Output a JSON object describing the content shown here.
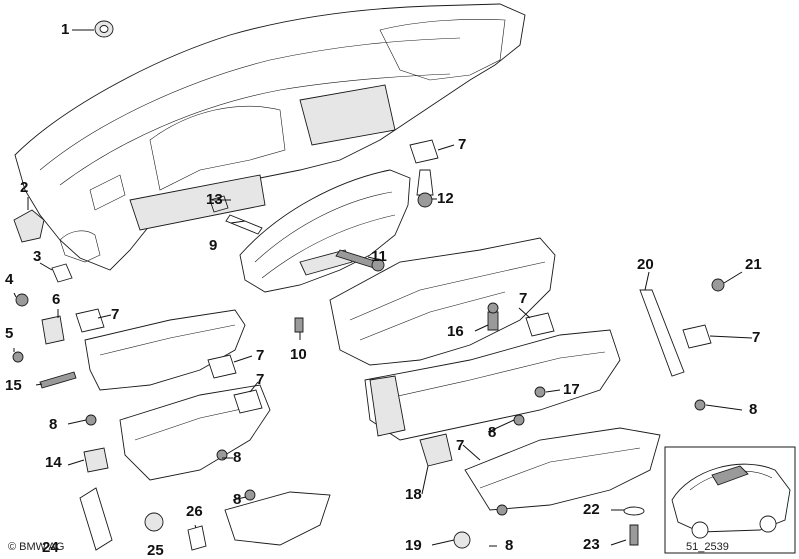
{
  "diagram": {
    "callouts": {
      "c1": "1",
      "c2": "2",
      "c3": "3",
      "c4": "4",
      "c5": "5",
      "c6": "6",
      "c7a": "7",
      "c7b": "7",
      "c7c": "7",
      "c7d": "7",
      "c7e": "7",
      "c7f": "7",
      "c8a": "8",
      "c8b": "8",
      "c8c": "8",
      "c8d": "8",
      "c8e": "8",
      "c8f": "8",
      "c9": "9",
      "c10": "10",
      "c11": "11",
      "c12": "12",
      "c13": "13",
      "c14": "14",
      "c15": "15",
      "c16": "16",
      "c17": "17",
      "c18": "18",
      "c19": "19",
      "c20": "20",
      "c21": "21",
      "c22": "22",
      "c23": "23",
      "c24": "24",
      "c25": "25",
      "c26": "26"
    },
    "copyright": "© BMW AG",
    "drawing_number": "51_2539"
  }
}
